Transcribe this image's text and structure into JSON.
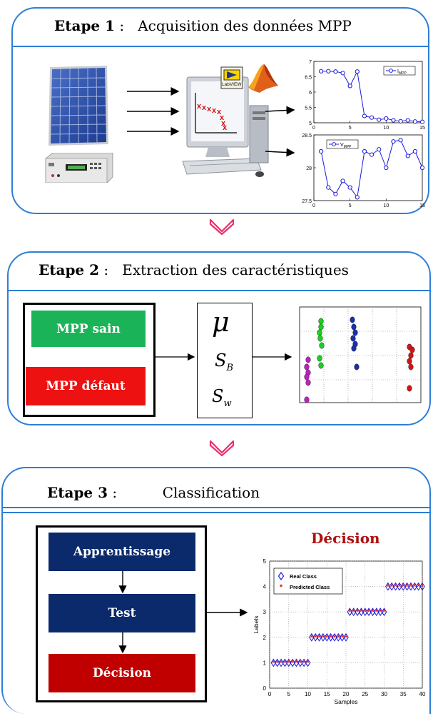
{
  "steps": [
    {
      "label": "Etape 1",
      "sep": " :",
      "title": "Acquisition des données MPP"
    },
    {
      "label": "Etape 2",
      "sep": " :",
      "title": "Extraction des caractéristiques"
    },
    {
      "label": "Etape 3",
      "sep": " :",
      "title": "Classification"
    }
  ],
  "step1": {
    "labview_label": "LabVIEW",
    "plot_impp": {
      "legend": "I",
      "legend_sub": "MPP",
      "x": [
        1,
        2,
        3,
        4,
        5,
        6,
        7,
        8,
        9,
        10,
        11,
        12,
        13,
        14,
        15
      ],
      "y": [
        6.68,
        6.68,
        6.67,
        6.62,
        6.2,
        6.67,
        5.22,
        5.17,
        5.1,
        5.14,
        5.08,
        5.05,
        5.08,
        5.04,
        5.03
      ],
      "yticks": [
        "5",
        "5.5",
        "6",
        "6.5",
        "7"
      ],
      "xticks": [
        "0",
        "5",
        "10",
        "15"
      ],
      "ylim": [
        5,
        7
      ],
      "xlim": [
        0,
        15
      ]
    },
    "plot_vmpp": {
      "legend": "V",
      "legend_sub": "MPP",
      "x": [
        1,
        2,
        3,
        4,
        5,
        6,
        7,
        8,
        9,
        10,
        11,
        12,
        13,
        14,
        15
      ],
      "y": [
        28.25,
        27.7,
        27.6,
        27.8,
        27.7,
        27.55,
        28.25,
        28.2,
        28.28,
        28.0,
        28.4,
        28.42,
        28.18,
        28.25,
        28.0
      ],
      "yticks": [
        "27.5",
        "28",
        "28.5"
      ],
      "xticks": [
        "0",
        "5",
        "10",
        "15"
      ],
      "ylim": [
        27.5,
        28.5
      ],
      "xlim": [
        0,
        15
      ]
    },
    "colors": {
      "accent": "#2e7ed6",
      "series": "#1a1adb"
    }
  },
  "step2": {
    "mpp_sain": "MPP sain",
    "mpp_defaut": "MPP défaut",
    "feature_mu": "μ",
    "feature_sb": "S",
    "feature_sb_sub": "B",
    "feature_sw": "S",
    "feature_sw_sub": "w",
    "colors": {
      "green": "#1aaa55",
      "red": "#ee1111",
      "cluster_green": "#19d11e",
      "cluster_blue": "#1b2fa8",
      "cluster_red": "#d41414",
      "cluster_magenta": "#c21ec2"
    }
  },
  "step3": {
    "apprentissage": "Apprentissage",
    "test": "Test",
    "decision_box": "Décision",
    "decision_title": "Décision",
    "colors": {
      "navy": "#0a2a6c",
      "darkred": "#c00000",
      "decision_title": "#b01010"
    }
  },
  "chart_data": {
    "type": "scatter",
    "xlabel": "Samples",
    "ylabel": "Labels",
    "xlim": [
      0,
      40
    ],
    "ylim": [
      0,
      5
    ],
    "xticks": [
      "0",
      "5",
      "10",
      "15",
      "20",
      "25",
      "30",
      "35",
      "40"
    ],
    "yticks": [
      "0",
      "1",
      "2",
      "3",
      "4",
      "5"
    ],
    "legend_position": "top-left",
    "series": [
      {
        "name": "Real Class",
        "marker": "diamond",
        "color": "#1a1adb",
        "x": [
          1,
          2,
          3,
          4,
          5,
          6,
          7,
          8,
          9,
          10,
          11,
          12,
          13,
          14,
          15,
          16,
          17,
          18,
          19,
          20,
          21,
          22,
          23,
          24,
          25,
          26,
          27,
          28,
          29,
          30,
          31,
          32,
          33,
          34,
          35,
          36,
          37,
          38,
          39,
          40
        ],
        "y": [
          1,
          1,
          1,
          1,
          1,
          1,
          1,
          1,
          1,
          1,
          2,
          2,
          2,
          2,
          2,
          2,
          2,
          2,
          2,
          2,
          3,
          3,
          3,
          3,
          3,
          3,
          3,
          3,
          3,
          3,
          4,
          4,
          4,
          4,
          4,
          4,
          4,
          4,
          4,
          4
        ]
      },
      {
        "name": "Predicted Class",
        "marker": "star",
        "color": "#ee1111",
        "x": [
          1,
          2,
          3,
          4,
          5,
          6,
          7,
          8,
          9,
          10,
          11,
          12,
          13,
          14,
          15,
          16,
          17,
          18,
          19,
          20,
          21,
          22,
          23,
          24,
          25,
          26,
          27,
          28,
          29,
          30,
          31,
          32,
          33,
          34,
          35,
          36,
          37,
          38,
          39,
          40
        ],
        "y": [
          1,
          1,
          1,
          1,
          1,
          1,
          1,
          1,
          1,
          1,
          2,
          2,
          2,
          2,
          2,
          2,
          2,
          2,
          2,
          2,
          3,
          3,
          3,
          3,
          3,
          3,
          3,
          3,
          3,
          3,
          4,
          4,
          4,
          4,
          4,
          4,
          4,
          4,
          4,
          4
        ]
      }
    ]
  }
}
